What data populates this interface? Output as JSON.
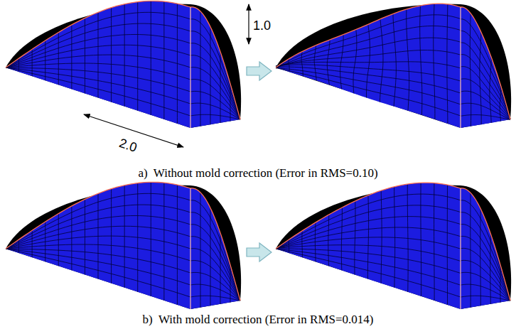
{
  "diagram": {
    "labels": [
      "1.0",
      "2.0",
      "a)  Without mold correction (Error in RMS=0.10)",
      "b)  With mold correction (Error in RMS=0.014)"
    ]
  }
}
